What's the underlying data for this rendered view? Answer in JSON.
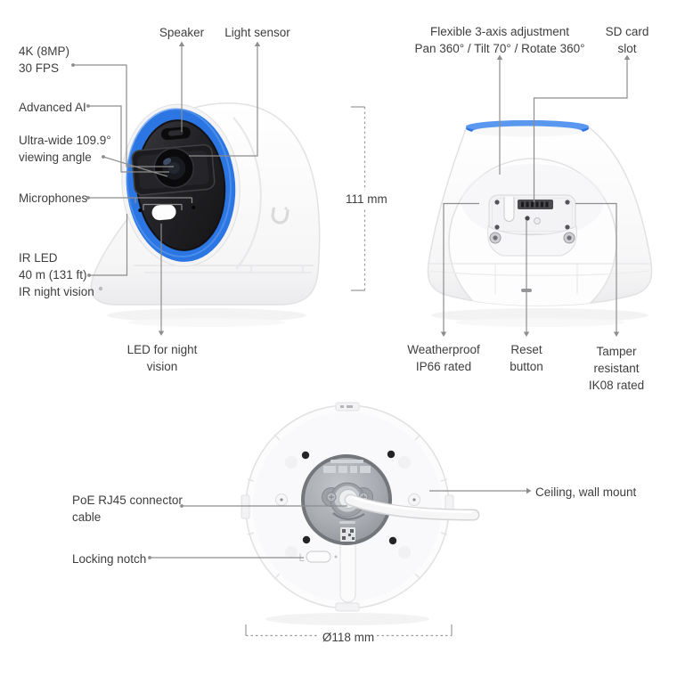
{
  "colors": {
    "accent_blue": "#2b76e3",
    "leader_line": "#8d8d8d",
    "text": "#3e3e3e",
    "background": "#ffffff"
  },
  "product": {
    "front_view": {
      "callouts": {
        "speaker": "Speaker",
        "light_sensor": "Light sensor",
        "resolution": "4K (8MP)\n30 FPS",
        "advanced_ai": "Advanced AI",
        "viewing_angle": "Ultra-wide 109.9°\nviewing angle",
        "microphones": "Microphones",
        "ir_led": "IR LED\n40 m (131 ft)\nIR night vision",
        "led_night_vision": "LED for night\nvision"
      },
      "height": "111 mm"
    },
    "back_view": {
      "callouts": {
        "three_axis_adjustment": "Flexible 3-axis adjustment\nPan 360° / Tilt 70° / Rotate 360°",
        "sd_card_slot": "SD card\nslot",
        "weatherproof": "Weatherproof\nIP66 rated",
        "reset_button": "Reset\nbutton",
        "tamper_resistant": "Tamper resistant\nIK08 rated"
      }
    },
    "bottom_view": {
      "callouts": {
        "poe_cable": "PoE RJ45 connector\ncable",
        "locking_notch": "Locking notch",
        "ceiling_wall_mount": "Ceiling, wall mount"
      },
      "diameter": "Ø118 mm"
    }
  }
}
